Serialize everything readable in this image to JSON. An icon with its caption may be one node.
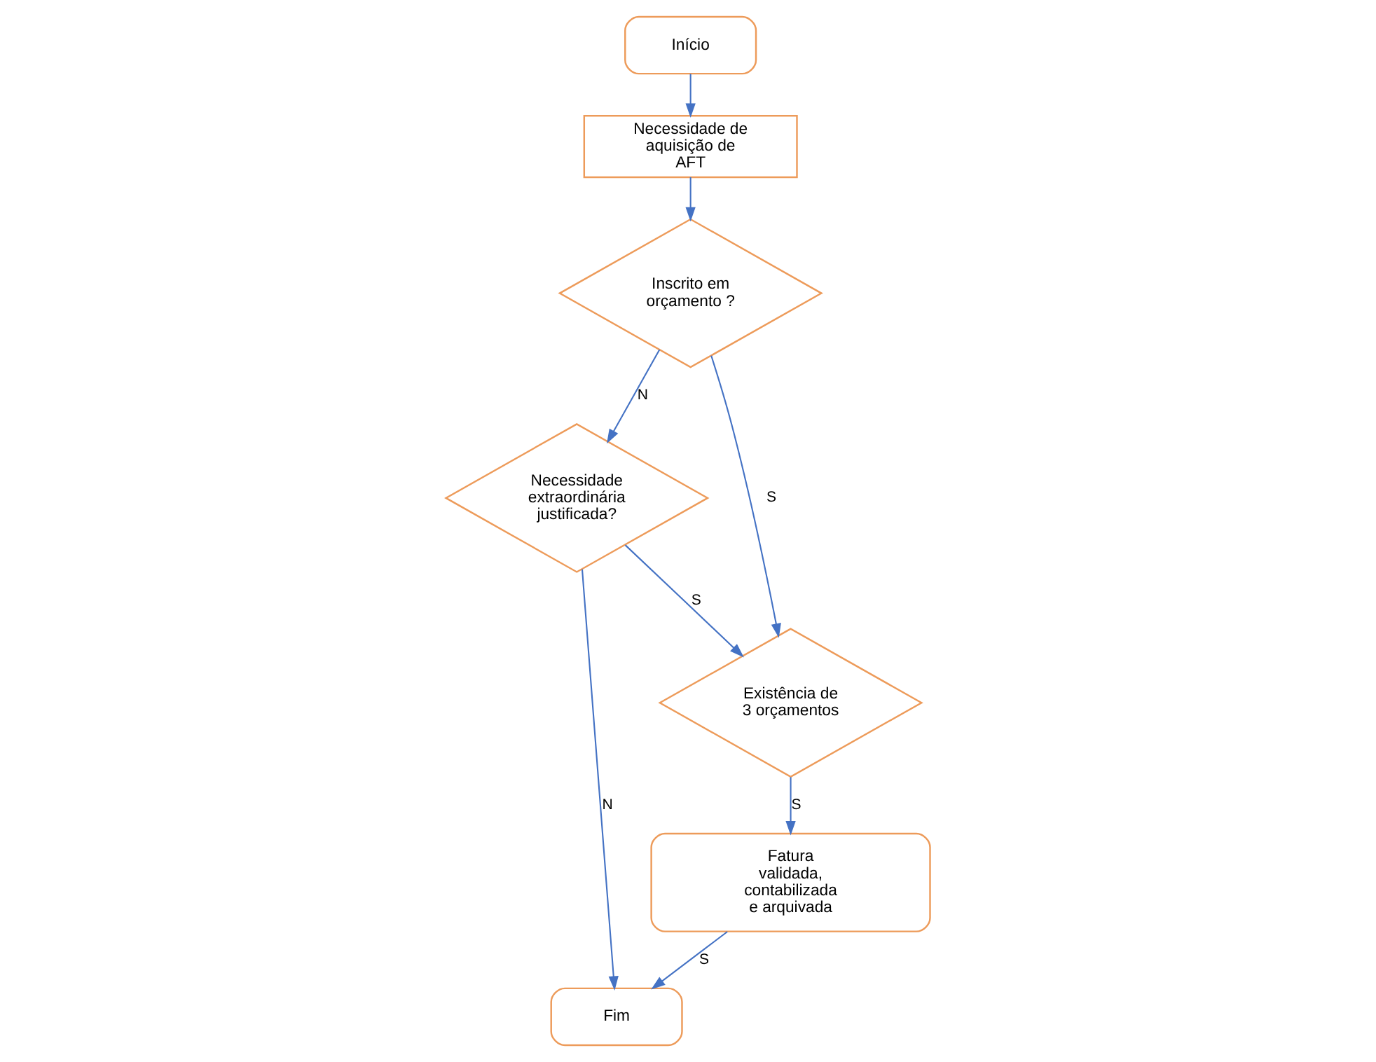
{
  "diagram": {
    "nodes": [
      {
        "text": [
          "Início"
        ]
      },
      {
        "text": [
          "Necessidade de aquisição de AFT"
        ]
      },
      {
        "text": [
          "Inscrito em orçamento ?"
        ]
      },
      {
        "text": [
          "Necessidade extraordinária justificada?"
        ]
      },
      {
        "text": [
          "Existência de 3 orçamentos"
        ]
      },
      {
        "text": [
          "Fatura validada, contabilizada e arquivada"
        ]
      },
      {
        "text": [
          "Fim"
        ]
      }
    ],
    "edges": [
      {
        "from": 0,
        "to": 1,
        "arrow": "to"
      },
      {
        "from": 1,
        "to": 2,
        "arrow": "to"
      },
      {
        "from": 2,
        "to": 3,
        "arrow": "to",
        "label": "N"
      },
      {
        "from": 2,
        "to": 4,
        "arrow": "to",
        "label": "S"
      },
      {
        "from": 3,
        "to": 4,
        "arrow": "to",
        "label": "S"
      },
      {
        "from": 3,
        "to": 6,
        "arrow": "to",
        "label": "N"
      },
      {
        "from": 4,
        "to": 5,
        "arrow": "to",
        "label": "S"
      },
      {
        "from": 5,
        "to": 6,
        "arrow": "to",
        "label": "S"
      }
    ]
  }
}
